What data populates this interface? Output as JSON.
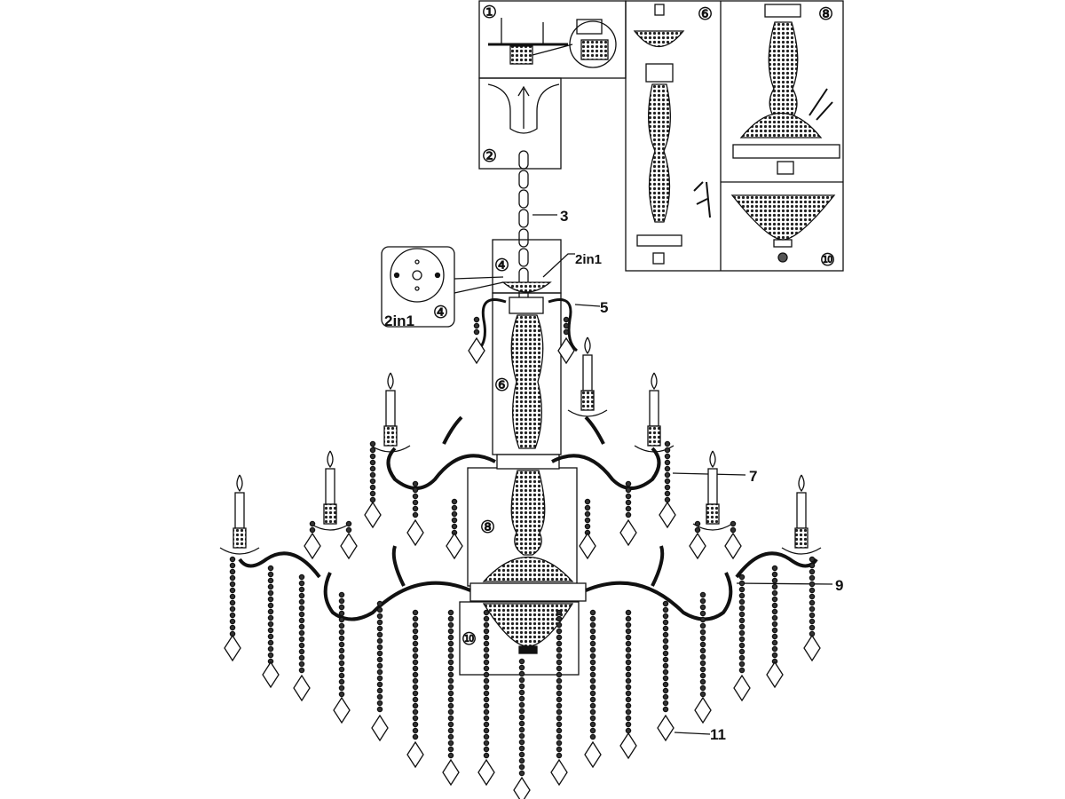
{
  "diagram": {
    "type": "chandelier assembly exploded view",
    "panels": [
      {
        "id": "1",
        "label": "①"
      },
      {
        "id": "2",
        "label": "②"
      },
      {
        "id": "6",
        "label": "⑥"
      },
      {
        "id": "8",
        "label": "⑧"
      },
      {
        "id": "10",
        "label": "⑩"
      }
    ],
    "callouts": {
      "chain": "3",
      "canopy_plate": "④",
      "canopy_plate_note": "2in1",
      "inset_label": "④",
      "inset_note": "2in1",
      "hooks": "5",
      "stem": "⑥",
      "upper_arms": "7",
      "body": "⑧",
      "lower_arms": "9",
      "bottom_cup": "⑩",
      "crystals": "11"
    },
    "colors": {
      "ink": "#111111",
      "paper": "#ffffff",
      "shade": "#555555"
    }
  }
}
